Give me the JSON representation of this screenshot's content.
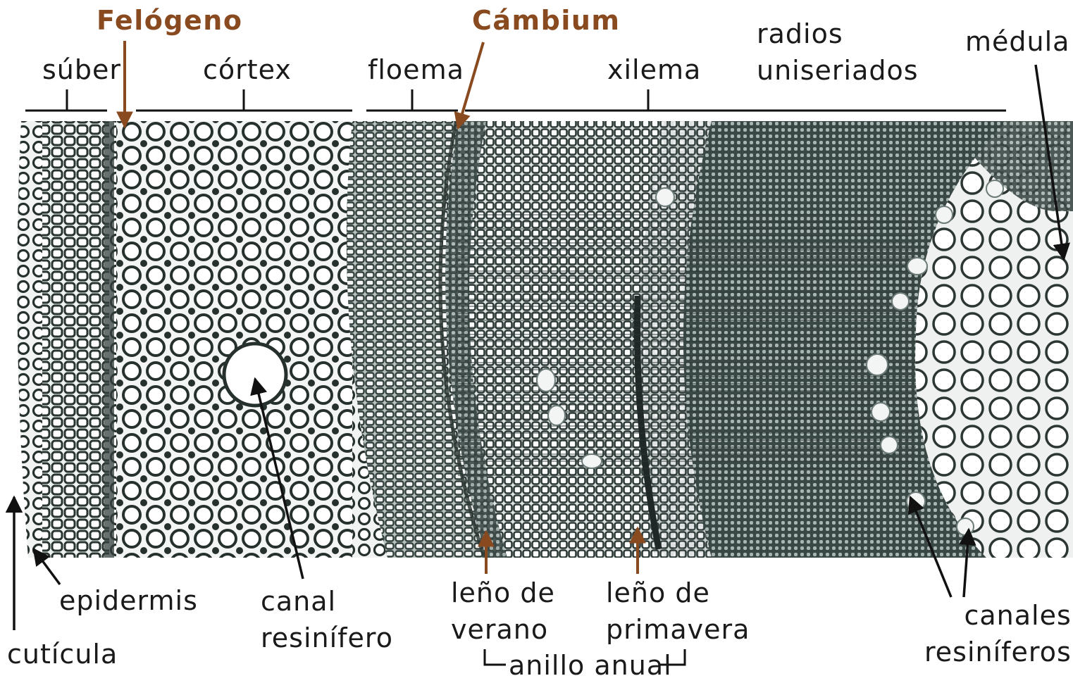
{
  "labels": {
    "felogeno": "Felógeno",
    "cambium": "Cámbium",
    "suber": "súber",
    "cortex": "córtex",
    "floema": "floema",
    "xilema": "xilema",
    "radios_1": "radios",
    "radios_2": "uniseriados",
    "medula": "médula",
    "epidermis": "epidermis",
    "cuticula": "cutícula",
    "canal_1": "canal",
    "canal_2": "resinífero",
    "verano_1": "leño de",
    "verano_2": "verano",
    "primavera_1": "leño de",
    "primavera_2": "primavera",
    "anillo": "anillo anual",
    "canales_1": "canales",
    "canales_2": "resiníferos"
  },
  "colors": {
    "cell_wall": "#27322f",
    "tissue_light": "#eef1ef",
    "tissue_dark": "#3c4a47",
    "highlight_label": "#8a4a1f",
    "label": "#1a1a1a"
  }
}
